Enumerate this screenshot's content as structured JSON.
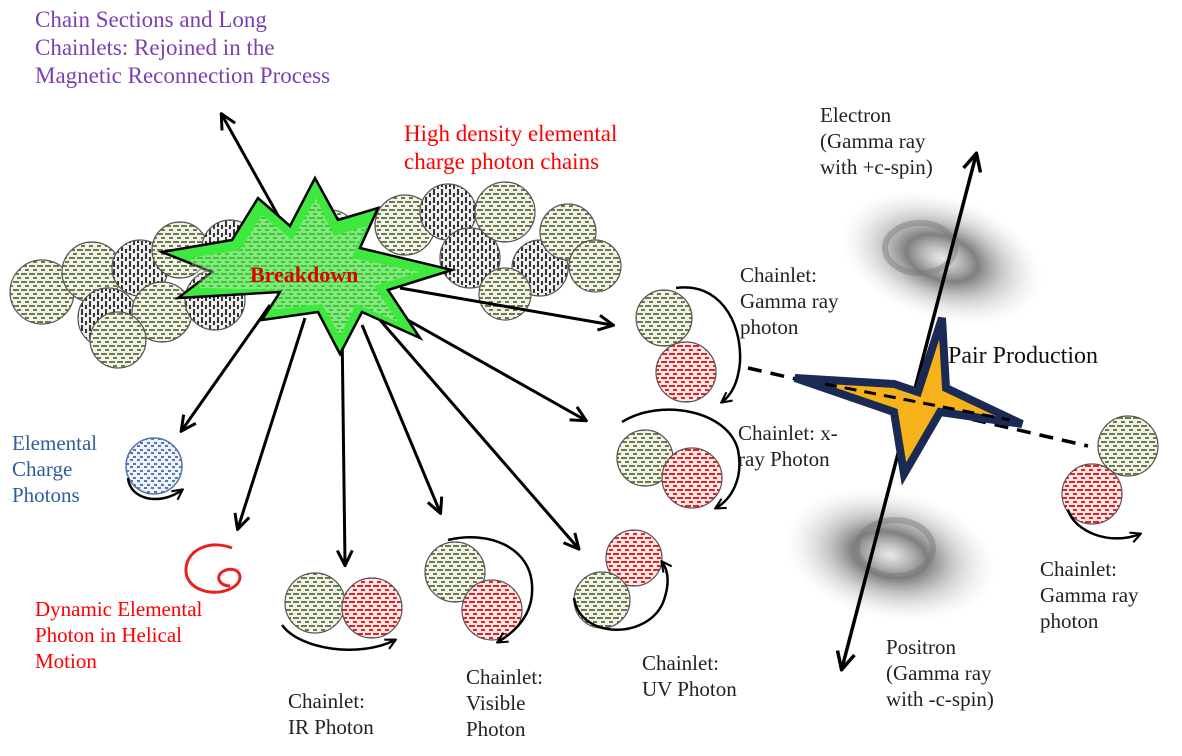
{
  "labels": {
    "chain_sections": [
      "Chain Sections and Long",
      "Chainlets: Rejoined in the",
      "Magnetic Reconnection Process"
    ],
    "high_density": [
      "High density elemental",
      "charge photon chains"
    ],
    "breakdown": "Breakdown",
    "electron": [
      "Electron",
      "(Gamma ray",
      "with +c-spin)"
    ],
    "chainlet_gamma_left": [
      "Chainlet:",
      "Gamma ray",
      "photon"
    ],
    "pair_production": "Pair Production",
    "chainlet_xray": [
      "Chainlet: x-",
      "ray Photon"
    ],
    "elemental_charge": [
      "Elemental",
      "Charge",
      "Photons"
    ],
    "dynamic_elemental": [
      "Dynamic Elemental",
      "Photon in Helical",
      "Motion"
    ],
    "chainlet_ir": [
      "Chainlet:",
      "IR Photon"
    ],
    "chainlet_visible": [
      "Chainlet:",
      "Visible",
      "Photon"
    ],
    "chainlet_uv": [
      "Chainlet:",
      "UV Photon"
    ],
    "positron": [
      "Positron",
      "(Gamma ray",
      "with -c-spin)"
    ],
    "chainlet_gamma_right": [
      "Chainlet:",
      "Gamma ray",
      "photon"
    ]
  },
  "colors": {
    "title_purple": "#7b3fb3",
    "label_red": "#ff0000",
    "label_blue": "#2f5d9e",
    "photon_green": "#6b7a4a",
    "photon_red": "#e82020",
    "photon_black": "#333333",
    "photon_blue": "#5577aa",
    "burst_green": "#3ee83e",
    "star_orange": "#f5b21a",
    "star_navy": "#1b2a55"
  }
}
